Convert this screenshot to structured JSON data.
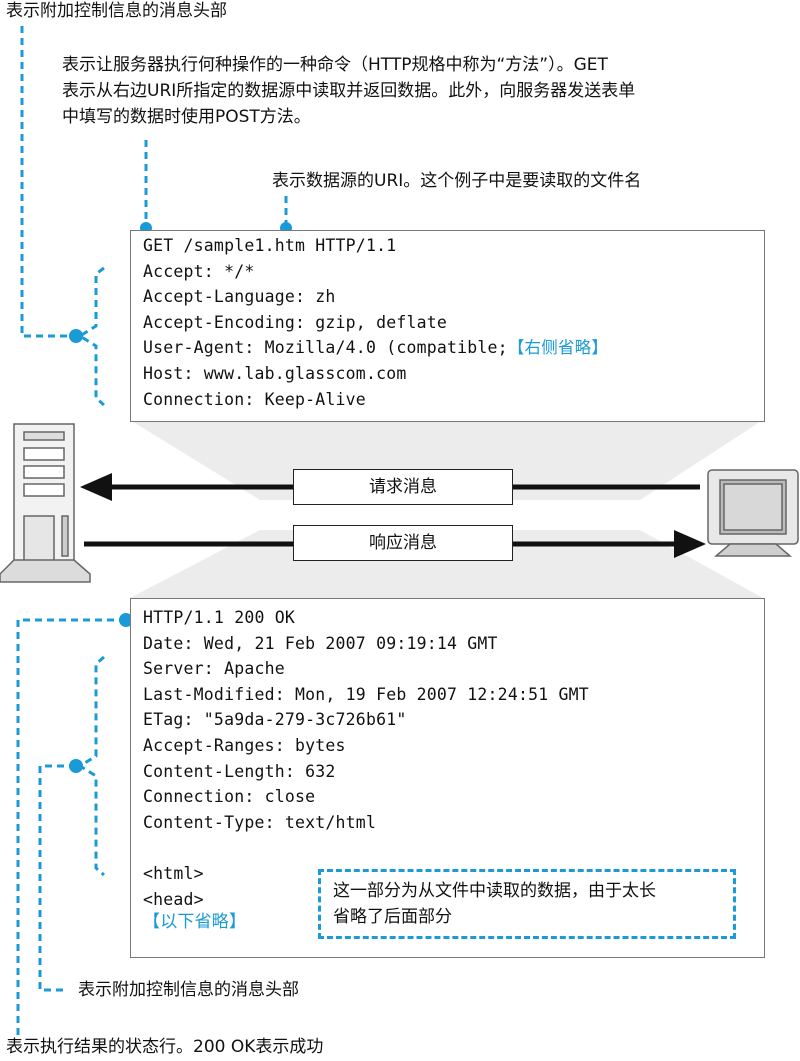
{
  "notes": {
    "top_header": "表示附加控制信息的消息头部",
    "method_line1": "表示让服务器执行何种操作的一种命令（HTTP规格中称为“方法”）。GET",
    "method_line2": "表示从右边URI所指定的数据源中读取并返回数据。此外，向服务器发送表单",
    "method_line3": "中填写的数据时使用POST方法。",
    "uri_note": "表示数据源的URI。这个例子中是要读取的文件名",
    "bottom_header": "表示附加控制信息的消息头部",
    "status_note": "表示执行结果的状态行。200 OK表示成功"
  },
  "request": {
    "lines": [
      "GET /sample1.htm HTTP/1.1",
      "Accept: */*",
      "Accept-Language: zh",
      "Accept-Encoding: gzip, deflate",
      "User-Agent: Mozilla/4.0 (compatible;",
      "Host: www.lab.glasscom.com",
      "Connection: Keep-Alive"
    ],
    "omit_right": "【右侧省略】"
  },
  "arrows": {
    "request_label": "请求消息",
    "response_label": "响应消息"
  },
  "response": {
    "lines": [
      "HTTP/1.1 200 OK",
      "Date: Wed, 21 Feb 2007 09:19:14 GMT",
      "Server: Apache",
      "Last-Modified: Mon, 19 Feb 2007 12:24:51 GMT",
      "ETag: \"5a9da-279-3c726b61\"",
      "Accept-Ranges: bytes",
      "Content-Length: 632",
      "Connection: close",
      "Content-Type: text/html"
    ],
    "body_lines": [
      "<html>",
      "<head>"
    ],
    "omit_below": "【以下省略】"
  },
  "data_note": {
    "line1": "这一部分为从文件中读取的数据，由于太长",
    "line2": "省略了后面部分"
  },
  "colors": {
    "accent": "#1a9bd7",
    "ink": "#111111",
    "border": "#777777"
  }
}
